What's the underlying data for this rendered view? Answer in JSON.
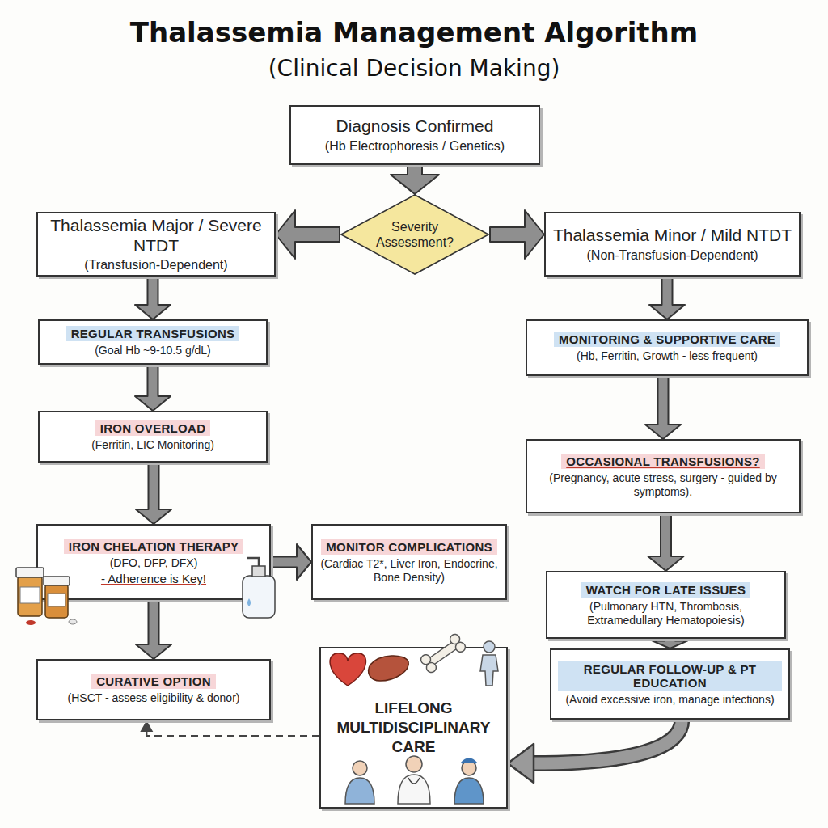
{
  "diagram": {
    "title": "Thalassemia Management Algorithm",
    "nodes": [
      {
        "text": [
          "Diagnosis Confirmed",
          "(Hb Electrophoresis / Genetics)"
        ]
      },
      {
        "text": [
          "Thalassemia Major / Severe NTDT",
          "(Transfusion-Dependent)"
        ]
      },
      {
        "text": [
          "Severity Assessment?"
        ]
      },
      {
        "text": [
          "Thalassemia Minor / Mild NTDT",
          "(Non-Transfusion-Dependent)"
        ]
      },
      {
        "text": [
          "REGULAR TRANSFUSIONS",
          "(Goal Hb ~9-10.5 g/dL)"
        ]
      },
      {
        "text": [
          "IRON OVERLOAD",
          "(Ferritin, LIC Monitoring)"
        ]
      },
      {
        "text": [
          "IRON CHELATION THERAPY",
          "(DFO, DFP, DFX)",
          "- Adherence is Key!"
        ]
      },
      {
        "text": [
          "MONITOR COMPLICATIONS",
          "(Cardiac T2*, Liver Iron, Endocrine, Bone Density)"
        ]
      },
      {
        "text": [
          "CURATIVE OPTION",
          "(HSCT - assess eligibility & donor)"
        ]
      },
      {
        "text": [
          "LIFELONG MULTIDISCIPLINARY CARE"
        ]
      },
      {
        "text": [
          "MONITORING & SUPPORTIVE CARE",
          "(Hb, Ferritin, Growth - less frequent)"
        ]
      },
      {
        "text": [
          "OCCASIONAL TRANSFUSIONS?",
          "(Pregnancy, acute stress, surgery - guided by symptoms)."
        ]
      },
      {
        "text": [
          "WATCH FOR LATE ISSUES",
          "(Pulmonary HTN, Thrombosis, Extramedullary Hematopoiesis)"
        ]
      },
      {
        "text": [
          "REGULAR FOLLOW-UP & PT EDUCATION",
          "(Avoid excessive iron, manage infections)"
        ]
      }
    ],
    "edges": [
      {
        "from": 0,
        "to": 2,
        "arrow": "to"
      },
      {
        "from": 2,
        "to": 1,
        "arrow": "to"
      },
      {
        "from": 2,
        "to": 3,
        "arrow": "to"
      },
      {
        "from": 1,
        "to": 4,
        "arrow": "to"
      },
      {
        "from": 4,
        "to": 5,
        "arrow": "to"
      },
      {
        "from": 5,
        "to": 6,
        "arrow": "to"
      },
      {
        "from": 6,
        "to": 7,
        "arrow": "to"
      },
      {
        "from": 6,
        "to": 8,
        "arrow": "to"
      },
      {
        "from": 9,
        "to": 8,
        "arrow": "to"
      },
      {
        "from": 3,
        "to": 10,
        "arrow": "to"
      },
      {
        "from": 10,
        "to": 11,
        "arrow": "to"
      },
      {
        "from": 11,
        "to": 12,
        "arrow": "to"
      },
      {
        "from": 12,
        "to": 13,
        "arrow": "to"
      },
      {
        "from": 13,
        "to": 9,
        "arrow": "to"
      }
    ],
    "labels": [
      "(Clinical Decision Making)"
    ]
  }
}
